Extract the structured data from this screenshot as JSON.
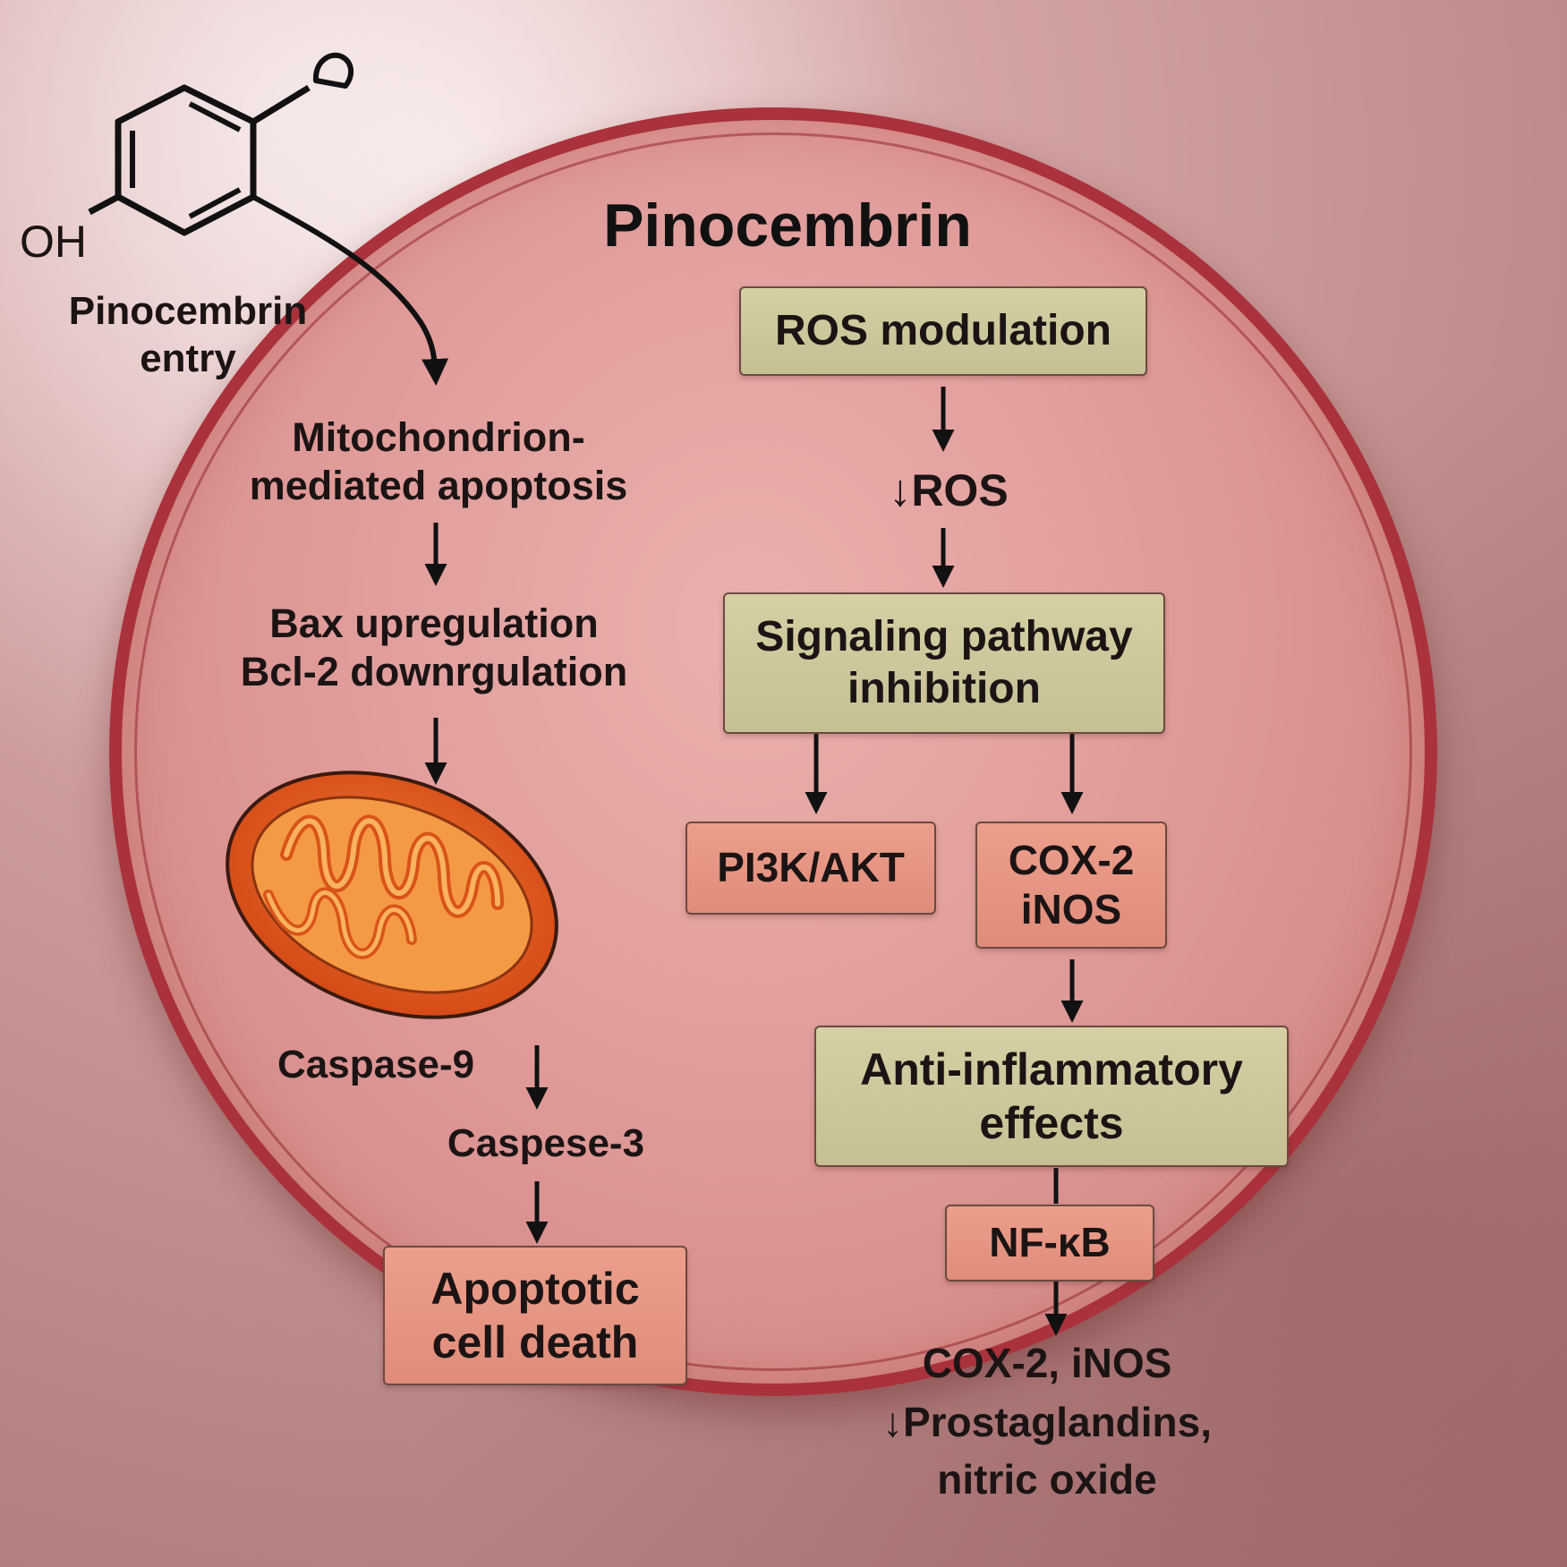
{
  "title": "Pinocembrin",
  "molecule": {
    "hydroxyl_label": "OH",
    "entry_label": "Pinocembrin\nentry"
  },
  "left_pathway": {
    "step1": "Mitochondrion-\nmediated apoptosis",
    "step2": "Bax upregulation\nBcl-2 downrgulation",
    "caspase9": "Caspase-9",
    "caspase3": "Caspese-3",
    "outcome": "Apoptotic\ncell death"
  },
  "right_pathway": {
    "ros_modulation": "ROS modulation",
    "ros_down": "↓ROS",
    "signaling": "Signaling pathway\ninhibition",
    "pi3k": "PI3K/AKT",
    "cox_inos": "COX-2\niNOS",
    "anti_inflammatory": "Anti-inflammatory\neffects",
    "nfkb": "NF-κB",
    "final_line1": "COX-2, iNOS",
    "final_line2": "↓Prostaglandins,",
    "final_line3": "nitric  oxide"
  },
  "colors": {
    "membrane": "#a9323c",
    "olive_box": "#cfc89c",
    "salmon_box": "#e6957f",
    "mitochondrion_outer": "#e2551f",
    "mitochondrion_inner": "#f7a54a"
  }
}
